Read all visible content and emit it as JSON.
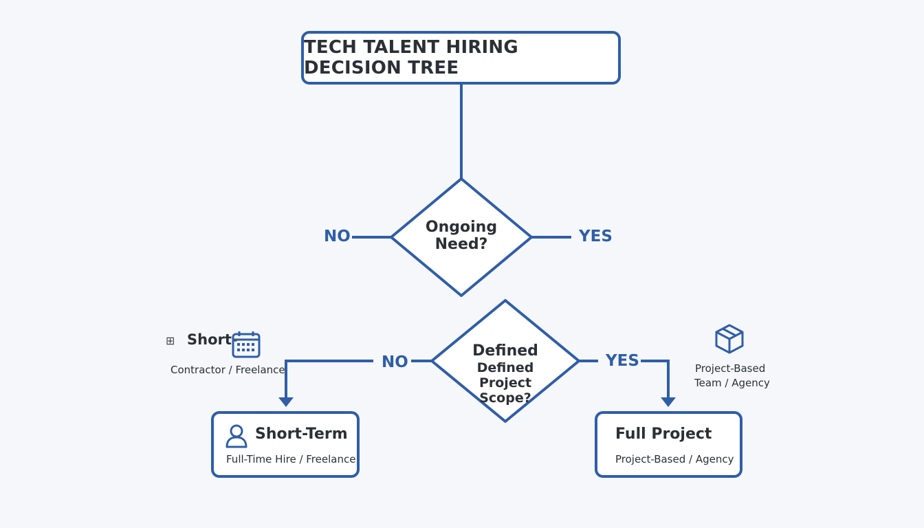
{
  "title": "TECH TALENT HIRING DECISION TREE",
  "decision1": {
    "line1": "Ongoing",
    "line2": "Need?",
    "no_label": "NO",
    "yes_label": "YES"
  },
  "decision2": {
    "line1": "Defined",
    "line2": "Defined Project",
    "line3": "Scope?",
    "no_label": "NO",
    "yes_label": "YES"
  },
  "left_annotation": {
    "glyph": "⊞",
    "heading": "Short-",
    "subtitle": "Contractor / Freelance",
    "icon": "calendar-icon"
  },
  "right_annotation": {
    "line1": "Project-Based",
    "line2": "Team / Agency",
    "icon": "box-icon"
  },
  "outcome_left": {
    "heading": "Short-Term",
    "subtitle": "Full-Time Hire / Freelance",
    "icon": "person-icon"
  },
  "outcome_right": {
    "heading": "Full Project",
    "subtitle": "Project-Based / Agency"
  },
  "colors": {
    "accent": "#2f5ea8",
    "text": "#2b2f36",
    "background": "#f5f7fa"
  }
}
